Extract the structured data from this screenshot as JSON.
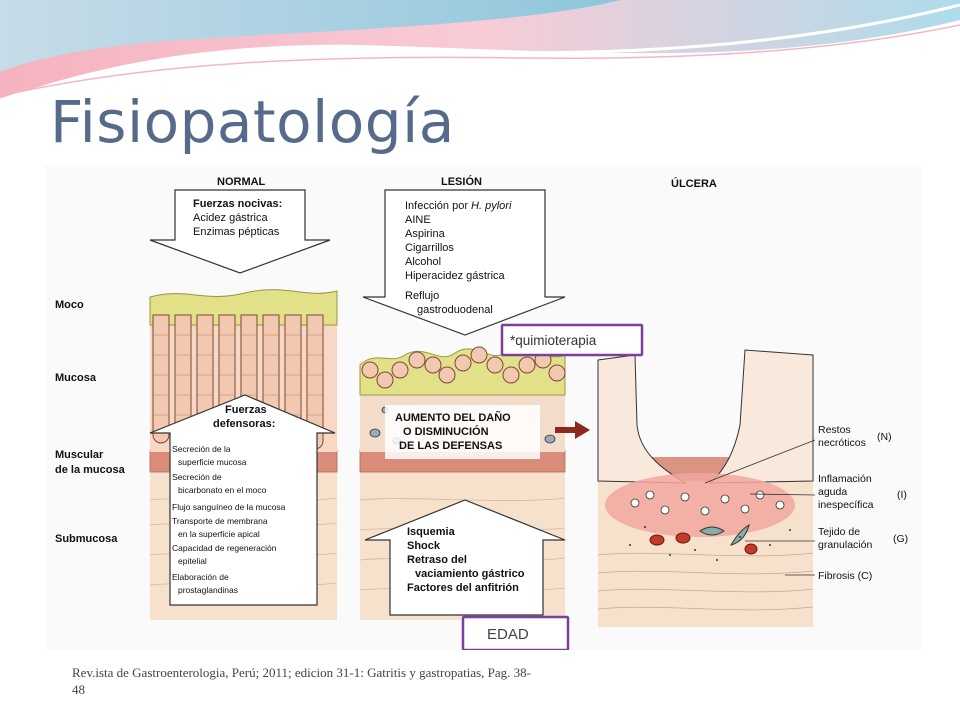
{
  "slide": {
    "title": "Fisiopatología",
    "citation": "Rev.ista de Gastroenterologia, Perú; 2011; edicion 31-1: Gatritis y gastropatias, Pag. 38-48"
  },
  "panels": {
    "normal": "NORMAL",
    "lesion": "LESIÓN",
    "ulcera": "ÚLCERA"
  },
  "layers": {
    "moco": "Moco",
    "mucosa": "Mucosa",
    "muscular1": "Muscular",
    "muscular2": "de la mucosa",
    "submucosa": "Submucosa"
  },
  "noxious": {
    "heading": "Fuerzas nocivas:",
    "items": [
      "Acidez gástrica",
      "Enzimas pépticas"
    ]
  },
  "defense": {
    "heading1": "Fuerzas",
    "heading2": "defensoras:",
    "items": [
      "Secreción de la",
      "superficie mucosa",
      "Secreción de",
      "bicarbonato en el moco",
      "Flujo sanguíneo de la mucosa",
      "Transporte de membrana",
      "en la superficie apical",
      "Capacidad de regeneración",
      "epitelial",
      "Elaboración de",
      "prostaglandinas"
    ]
  },
  "lesion_causes": {
    "first_prefix": "Infección por ",
    "first_italic": "H. pylori",
    "items": [
      "AINE",
      "Aspirina",
      "Cigarrillos",
      "Alcohol",
      "Hiperacidez gástrica",
      "Reflujo",
      "gastroduodenal"
    ]
  },
  "quimio": "*quimioterapia",
  "damage": [
    "AUMENTO DEL DAÑO",
    "O DISMINUCIÓN",
    "DE LAS DEFENSAS"
  ],
  "host": {
    "items": [
      "Isquemia",
      "Shock",
      "Retraso del",
      "vaciamiento gástrico",
      "Factores del anfitrión"
    ]
  },
  "edad": "EDAD",
  "ulcer_labels": {
    "restos1": "Restos",
    "restos2": "necróticos",
    "n": "(N)",
    "infl1": "Inflamación",
    "infl2": "aguda",
    "infl3": "inespecífica",
    "i": "(I)",
    "tej1": "Tejido de",
    "tej2": "granulación",
    "g": "(G)",
    "fib": "Fibrosis (C)"
  },
  "colors": {
    "title": "#566a8a",
    "annotation_border": "#7b3f9e",
    "mucus": "#e3e08a",
    "mucosa_cells": "#f2c9b0",
    "muscularis": "#d98c7a",
    "submucosa": "#f6e2cc",
    "inflammation": "#f2a7a0"
  }
}
